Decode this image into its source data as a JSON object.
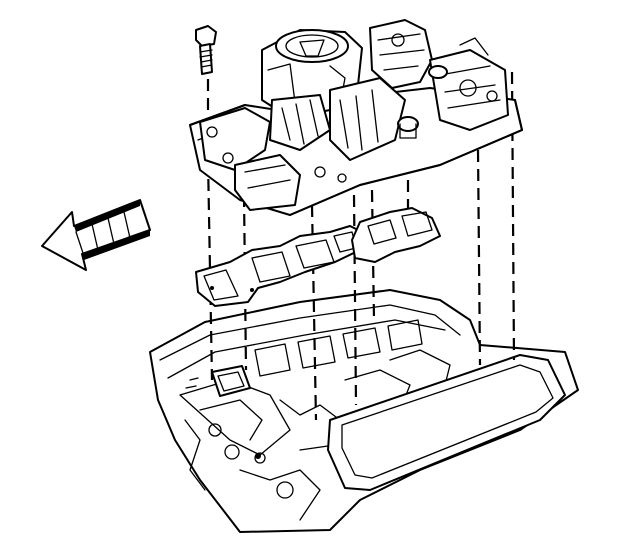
{
  "diagram": {
    "parts": [
      {
        "id": "bolt",
        "icon": "bolt-icon"
      },
      {
        "id": "upper-intake-manifold",
        "icon": "manifold-icon"
      },
      {
        "id": "left-intake-gasket",
        "icon": "gasket-icon"
      },
      {
        "id": "right-intake-gasket",
        "icon": "gasket-icon"
      },
      {
        "id": "engine-block",
        "icon": "engine-icon"
      },
      {
        "id": "front-direction-arrow",
        "icon": "arrow-icon"
      }
    ]
  }
}
